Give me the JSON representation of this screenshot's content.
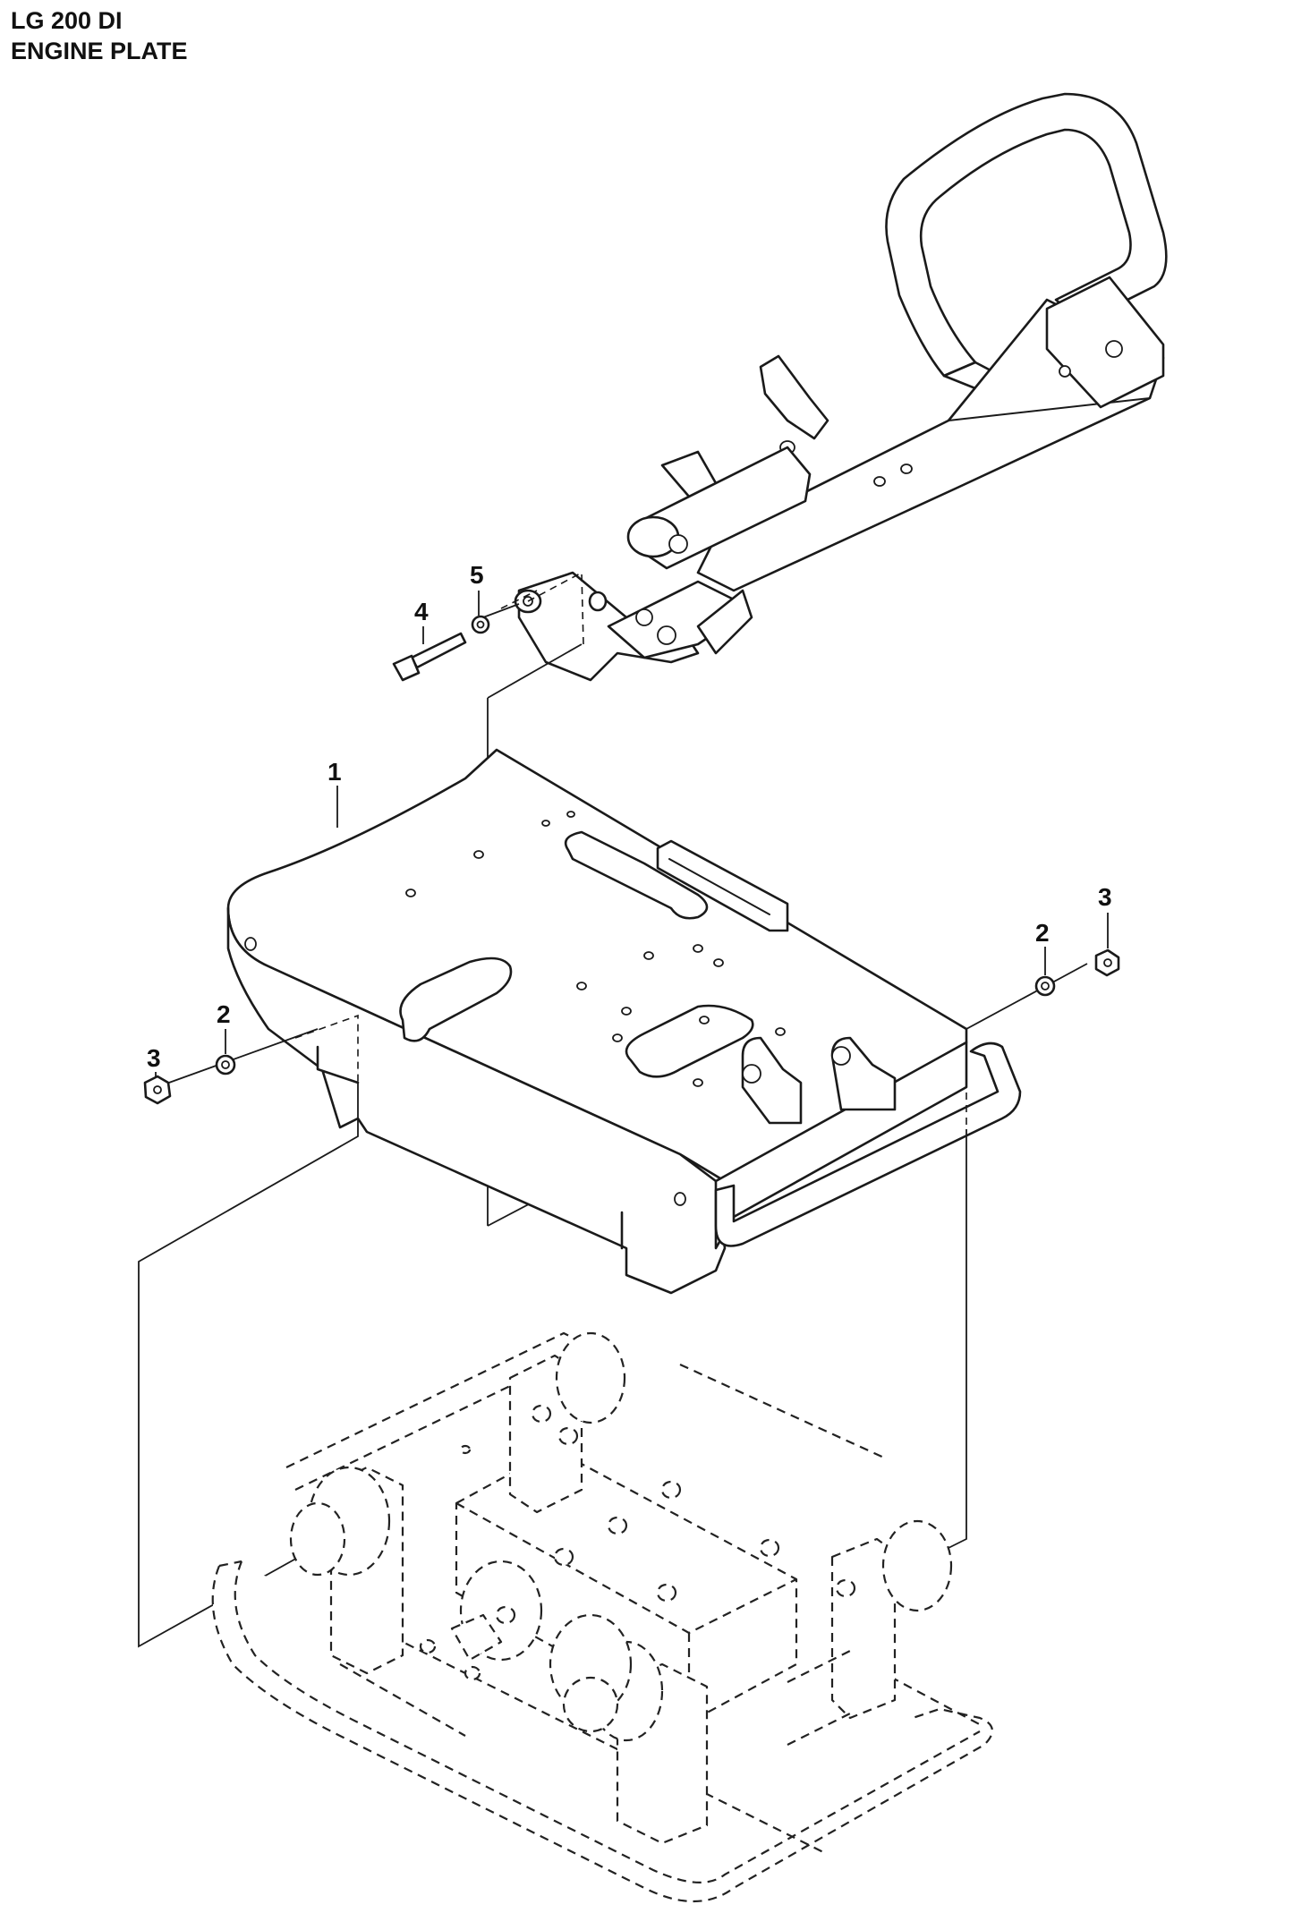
{
  "header": {
    "model": "LG 200 DI",
    "section": "ENGINE PLATE"
  },
  "callouts": [
    {
      "number": "1",
      "part": "engine-plate"
    },
    {
      "number": "2",
      "part": "washer-left"
    },
    {
      "number": "3",
      "part": "nut-left"
    },
    {
      "number": "2",
      "part": "washer-right"
    },
    {
      "number": "3",
      "part": "nut-right"
    },
    {
      "number": "4",
      "part": "bolt"
    },
    {
      "number": "5",
      "part": "washer-bolt"
    }
  ]
}
